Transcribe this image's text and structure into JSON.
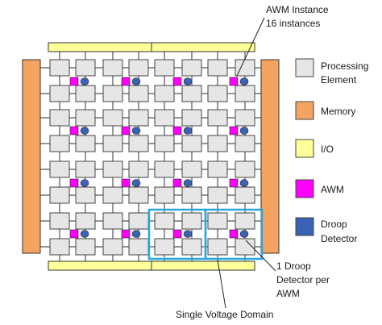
{
  "callouts": {
    "awm_instance_line1": "AWM Instance",
    "awm_instance_line2": "16 instances",
    "droop_per_awm_line1": "1 Droop",
    "droop_per_awm_line2": "Detector per",
    "droop_per_awm_line3": "AWM",
    "voltage_domain": "Single Voltage Domain"
  },
  "legend": [
    {
      "key": "processing_element",
      "label_lines": [
        "Processing",
        "Element"
      ],
      "swatch": "#e6e6e6",
      "shape": "rect"
    },
    {
      "key": "memory",
      "label_lines": [
        "Memory"
      ],
      "swatch": "#f4a460",
      "shape": "rect"
    },
    {
      "key": "io",
      "label_lines": [
        "I/O"
      ],
      "swatch": "#ffff99",
      "shape": "rect"
    },
    {
      "key": "awm",
      "label_lines": [
        "AWM"
      ],
      "swatch": "#ff00ff",
      "shape": "rect"
    },
    {
      "key": "droop_detector",
      "label_lines": [
        "Droop",
        "Detector"
      ],
      "swatch": "#3c62b5",
      "shape": "rect"
    }
  ],
  "colors": {
    "processing_element": "#e6e6e6",
    "memory": "#f4a460",
    "io": "#ffff99",
    "awm": "#ff00ff",
    "droop_detector": "#3c62b5",
    "voltage_domain_outline": "#2aa7dc",
    "wire": "#555555"
  },
  "grid": {
    "rows": 8,
    "cols": 8,
    "awm_instances": 16
  }
}
